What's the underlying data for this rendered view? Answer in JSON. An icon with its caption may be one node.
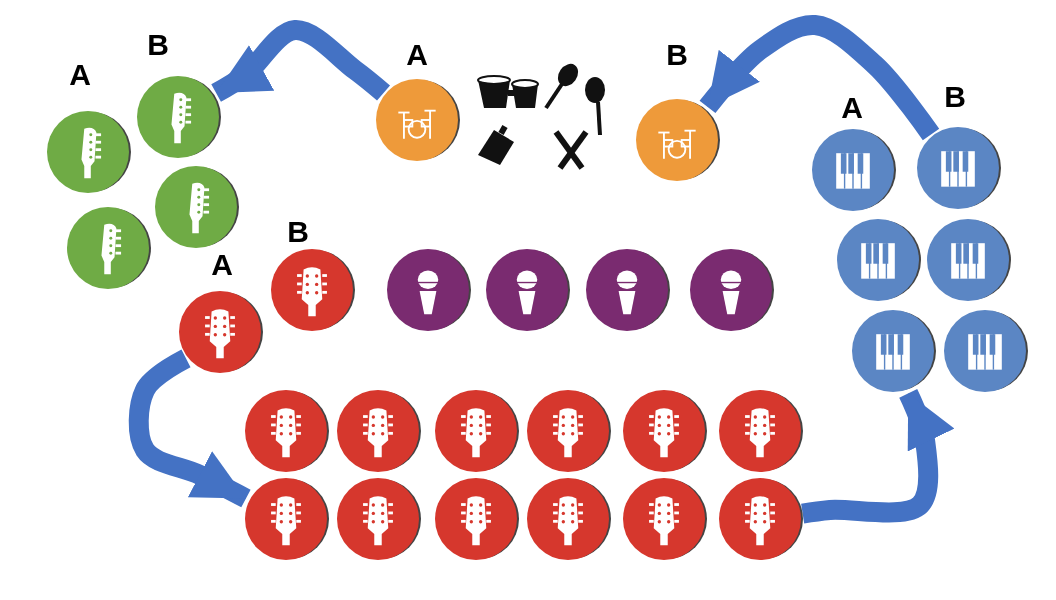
{
  "diagram": {
    "nodes": [
      {
        "text": [
          "A"
        ]
      },
      {
        "text": [
          "B"
        ]
      },
      {
        "text": [
          "A"
        ]
      },
      {
        "text": [
          "B"
        ]
      },
      {
        "text": [],
        "shape": "circle"
      },
      {
        "text": [],
        "shape": "circle"
      },
      {
        "text": [
          "A"
        ]
      },
      {
        "text": [
          "B"
        ]
      },
      {
        "text": [],
        "shape": "circle"
      },
      {
        "text": [],
        "shape": "circle"
      },
      {
        "text": [],
        "shape": "circle"
      },
      {
        "text": [],
        "shape": "circle"
      },
      {
        "text": [
          "A"
        ]
      },
      {
        "text": [
          "B"
        ]
      },
      {
        "text": [],
        "shape": "circle"
      },
      {
        "text": [],
        "shape": "circle"
      },
      {
        "text": [],
        "shape": "circle"
      },
      {
        "text": [],
        "shape": "circle"
      },
      {
        "text": [],
        "shape": "circle"
      },
      {
        "text": [],
        "shape": "circle"
      },
      {
        "text": [],
        "shape": "circle"
      },
      {
        "text": [],
        "shape": "circle"
      },
      {
        "text": [],
        "shape": "circle"
      },
      {
        "text": [],
        "shape": "circle"
      },
      {
        "text": [],
        "shape": "circle"
      },
      {
        "text": [],
        "shape": "circle"
      },
      {
        "text": [],
        "shape": "circle"
      },
      {
        "text": [],
        "shape": "circle"
      },
      {
        "text": [],
        "shape": "circle"
      },
      {
        "text": [],
        "shape": "circle"
      }
    ],
    "edges": [
      {
        "from": 29,
        "to": 10,
        "arrow": "to"
      },
      {
        "from": 7,
        "to": 1,
        "arrow": "to"
      },
      {
        "from": 0,
        "to": 3,
        "arrow": "to"
      },
      {
        "from": 12,
        "to": 24,
        "arrow": "to"
      }
    ]
  }
}
